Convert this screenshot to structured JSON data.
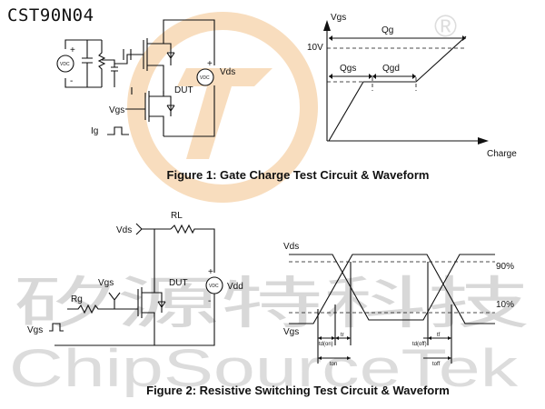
{
  "header": {
    "part_number": "CST90N04"
  },
  "watermark": {
    "cjk_text": "矽源特科技",
    "latin_text": "ChipSourceTek",
    "registered_mark": "®",
    "colors": {
      "logo_orange": "#f3c38a",
      "text_gray": "#d8d8d8"
    }
  },
  "figure1": {
    "caption": "Figure 1: Gate Charge Test Circuit & Waveform",
    "circuit": {
      "source_label": "VDC",
      "source_plus": "+",
      "source_minus": "-",
      "right_source_label": "VDC",
      "right_plus": "+",
      "vds_label": "Vds",
      "vgs_label": "Vgs",
      "dut_label": "DUT",
      "ig_label": "Ig"
    },
    "waveform": {
      "y_axis_label": "Vgs",
      "x_axis_label": "Charge",
      "level_label": "10V",
      "qg_label": "Qg",
      "qgs_label": "Qgs",
      "qgd_label": "Qgd"
    }
  },
  "figure2": {
    "caption": "Figure 2: Resistive Switching Test Circuit & Waveform",
    "circuit": {
      "vds_label": "Vds",
      "rl_label": "RL",
      "vgs_label": "Vgs",
      "dut_label": "DUT",
      "rg_label": "Rg",
      "vgs_pulse_label": "Vgs",
      "vdd_label": "Vdd",
      "source_label": "VDC",
      "source_plus": "+",
      "source_minus": "-"
    },
    "waveform": {
      "vds_label": "Vds",
      "vgs_label": "Vgs",
      "pct90_label": "90%",
      "pct10_label": "10%",
      "td_on_label": "td(on)",
      "tr_label": "tr",
      "td_off_label": "td(off)",
      "tf_label": "tf",
      "ton_label": "ton",
      "toff_label": "toff"
    }
  }
}
